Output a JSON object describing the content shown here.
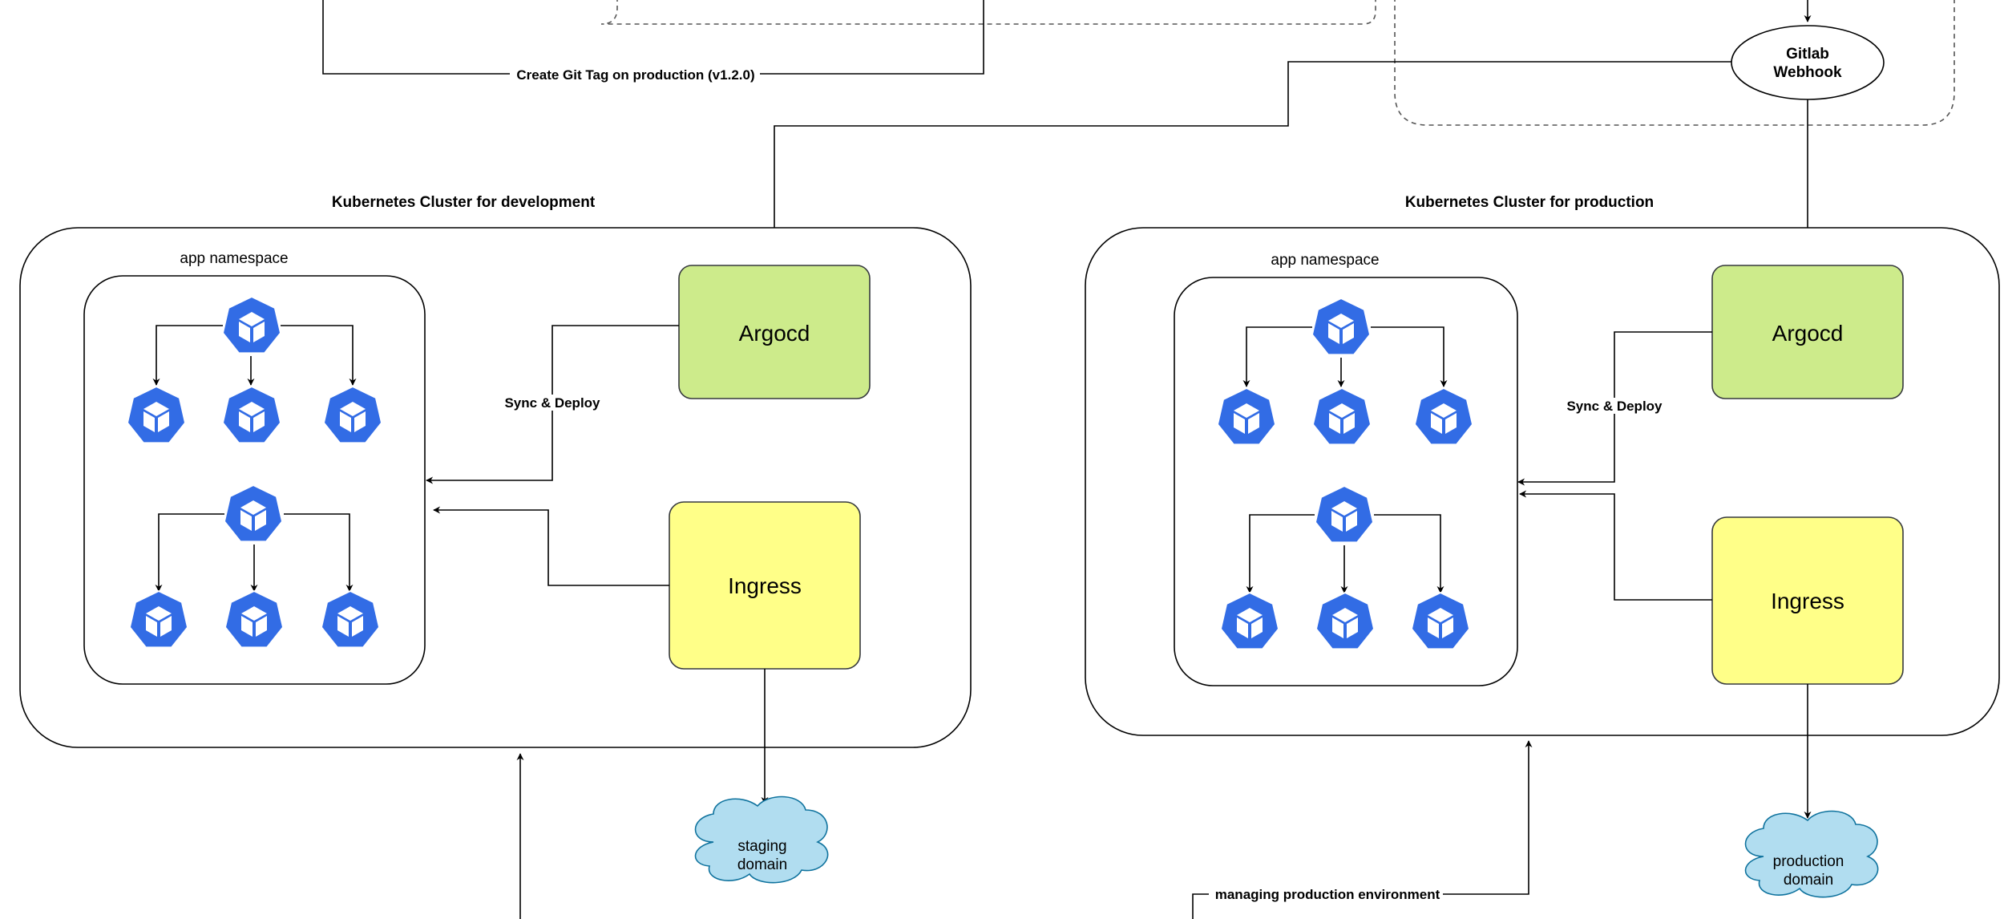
{
  "labels": {
    "create_tag": "Create Git Tag on production (v1.2.0)",
    "managing_prod": "managing production environment"
  },
  "webhook": {
    "line1": "Gitlab",
    "line2": "Webhook"
  },
  "dev_cluster": {
    "title": "Kubernetes Cluster for development",
    "namespace_label": "app namespace",
    "argocd_label": "Argocd",
    "ingress_label": "Ingress",
    "sync_label": "Sync & Deploy",
    "domain": {
      "line1": "staging",
      "line2": "domain"
    }
  },
  "prod_cluster": {
    "title": "Kubernetes Cluster for production",
    "namespace_label": "app namespace",
    "argocd_label": "Argocd",
    "ingress_label": "Ingress",
    "sync_label": "Sync & Deploy",
    "domain": {
      "line1": "production",
      "line2": "domain"
    }
  },
  "colors": {
    "argocd_fill": "#cdeb8b",
    "ingress_fill": "#ffff88",
    "cloud_fill": "#b1ddf0",
    "cloud_stroke": "#10739e",
    "k8s_blue": "#326ce5"
  },
  "icons": {
    "pod": "kubernetes-pod-icon"
  }
}
